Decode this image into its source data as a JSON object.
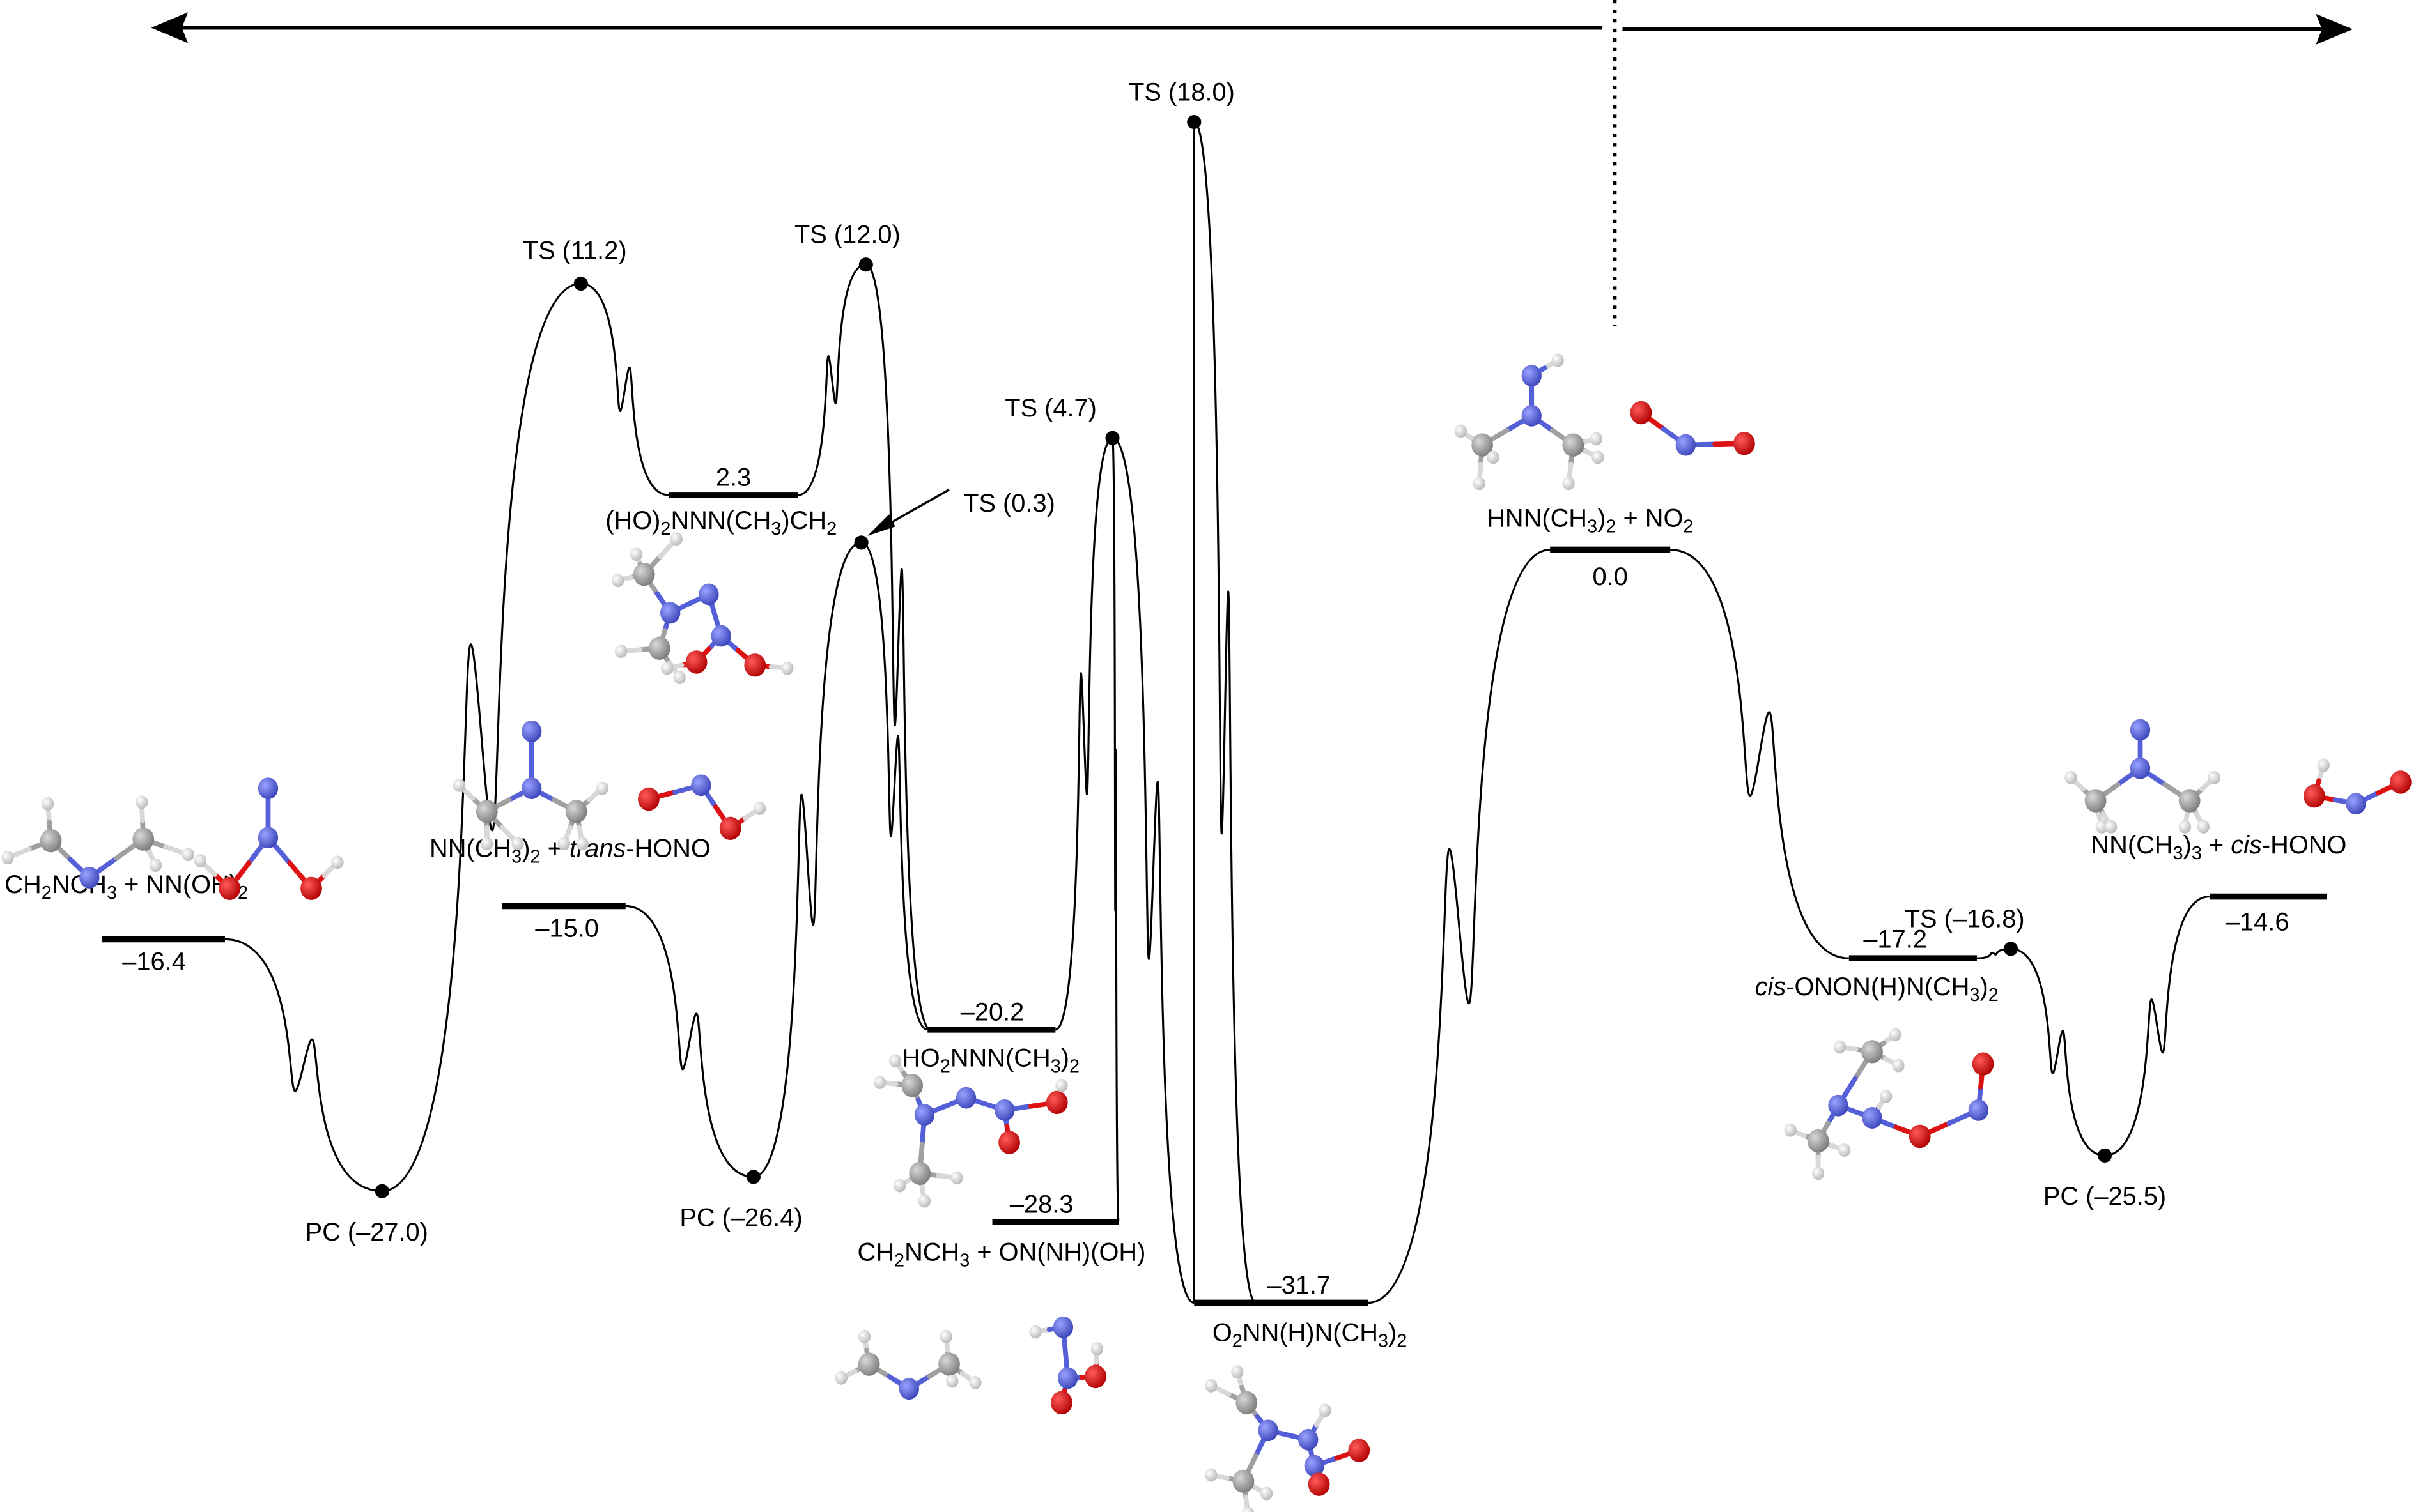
{
  "diagram": {
    "type": "potential-energy-surface",
    "energy_unit": "kcal/mol",
    "top_axis": {
      "direction": "double-headed arrow",
      "divider": "dotted vertical line at reference HNN(CH3)2 + NO2"
    },
    "colors": {
      "nitrogen": "#4a55c8",
      "oxygen": "#d00000",
      "carbon": "#8c8c8c",
      "hydrogen": "#e6e6e6",
      "line": "#000000"
    }
  },
  "levels": [
    {
      "id": "r1",
      "energy": -16.4,
      "value_label": "–16.4",
      "species": [
        "CH",
        {
          "sub": "2"
        },
        "NCH",
        {
          "sub": "3"
        },
        " + NN(OH)",
        {
          "sub": "2"
        }
      ]
    },
    {
      "id": "r2",
      "energy": -15.0,
      "value_label": "–15.0",
      "species": [
        "NN(CH",
        {
          "sub": "3"
        },
        ")",
        {
          "sub": "2"
        },
        " + ",
        {
          "it": "trans"
        },
        "-HONO"
      ]
    },
    {
      "id": "i1",
      "energy": 2.3,
      "value_label": "2.3",
      "species": [
        "(HO)",
        {
          "sub": "2"
        },
        "NNN(CH",
        {
          "sub": "3"
        },
        ")CH",
        {
          "sub": "2"
        }
      ]
    },
    {
      "id": "i2",
      "energy": -20.2,
      "value_label": "–20.2",
      "species": [
        "HO",
        {
          "sub": "2"
        },
        "NNN(CH",
        {
          "sub": "3"
        },
        ")",
        {
          "sub": "2"
        }
      ]
    },
    {
      "id": "p1",
      "energy": -28.3,
      "value_label": "–28.3",
      "species": [
        "CH",
        {
          "sub": "2"
        },
        "NCH",
        {
          "sub": "3"
        },
        " + ON(NH)(OH)"
      ]
    },
    {
      "id": "i3",
      "energy": -31.7,
      "value_label": "–31.7",
      "species": [
        "O",
        {
          "sub": "2"
        },
        "NN(H)N(CH",
        {
          "sub": "3"
        },
        ")",
        {
          "sub": "2"
        }
      ]
    },
    {
      "id": "ref",
      "energy": 0.0,
      "value_label": "0.0",
      "species": [
        "HNN(CH",
        {
          "sub": "3"
        },
        ")",
        {
          "sub": "2"
        },
        " + NO",
        {
          "sub": "2"
        }
      ]
    },
    {
      "id": "i4",
      "energy": -17.2,
      "value_label": "–17.2",
      "species": [
        {
          "it": "cis"
        },
        "-ONON(H)N(CH",
        {
          "sub": "3"
        },
        ")",
        {
          "sub": "2"
        }
      ]
    },
    {
      "id": "r3",
      "energy": -14.6,
      "value_label": "–14.6",
      "species": [
        "NN(CH",
        {
          "sub": "3"
        },
        ")",
        {
          "sub": "3"
        },
        " + ",
        {
          "it": "cis"
        },
        "-HONO"
      ]
    }
  ],
  "stationary_points": [
    {
      "id": "pc1",
      "kind": "PC",
      "energy": -27.0,
      "label": "PC (–27.0)"
    },
    {
      "id": "ts1",
      "kind": "TS",
      "energy": 11.2,
      "label": "TS (11.2)"
    },
    {
      "id": "ts2",
      "kind": "TS",
      "energy": 12.0,
      "label": "TS (12.0)"
    },
    {
      "id": "pc2",
      "kind": "PC",
      "energy": -26.4,
      "label": "PC (–26.4)"
    },
    {
      "id": "ts3",
      "kind": "TS",
      "energy": 0.3,
      "label": "TS (0.3)"
    },
    {
      "id": "ts4",
      "kind": "TS",
      "energy": 4.7,
      "label": "TS (4.7)"
    },
    {
      "id": "ts5",
      "kind": "TS",
      "energy": 18.0,
      "label": "TS (18.0)"
    },
    {
      "id": "ts6",
      "kind": "TS",
      "energy": -16.8,
      "label": "TS (–16.8)"
    },
    {
      "id": "pc3",
      "kind": "PC",
      "energy": -25.5,
      "label": "PC (–25.5)"
    }
  ],
  "connections": [
    [
      "r1",
      "pc1"
    ],
    [
      "pc1",
      "ts1"
    ],
    [
      "ts1",
      "i1"
    ],
    [
      "i1",
      "ts2"
    ],
    [
      "ts2",
      "i2"
    ],
    [
      "r2",
      "pc2"
    ],
    [
      "pc2",
      "ts3"
    ],
    [
      "ts3",
      "i2"
    ],
    [
      "i2",
      "ts4"
    ],
    [
      "ts4",
      "p1"
    ],
    [
      "ts4",
      "i3"
    ],
    [
      "i3",
      "ts5"
    ],
    [
      "ts5",
      "i3"
    ],
    [
      "i3",
      "ref"
    ],
    [
      "ref",
      "i4"
    ],
    [
      "i4",
      "ts6"
    ],
    [
      "ts6",
      "pc3"
    ],
    [
      "pc3",
      "r3"
    ]
  ],
  "molecules": [
    {
      "id": "m-r1a",
      "name": "CH2NCH3"
    },
    {
      "id": "m-r1b",
      "name": "NN(OH)2"
    },
    {
      "id": "m-r2a",
      "name": "NN(CH3)2"
    },
    {
      "id": "m-r2b",
      "name": "trans-HONO"
    },
    {
      "id": "m-i1",
      "name": "(HO)2NNN(CH3)CH2"
    },
    {
      "id": "m-i2",
      "name": "HO2NNN(CH3)2"
    },
    {
      "id": "m-p1a",
      "name": "CH2NCH3"
    },
    {
      "id": "m-p1b",
      "name": "ON(NH)(OH)"
    },
    {
      "id": "m-i3",
      "name": "O2NN(H)N(CH3)2"
    },
    {
      "id": "m-refa",
      "name": "HNN(CH3)2"
    },
    {
      "id": "m-refb",
      "name": "NO2"
    },
    {
      "id": "m-i4",
      "name": "cis-ONON(H)N(CH3)2"
    },
    {
      "id": "m-r3a",
      "name": "NN(CH3)3"
    },
    {
      "id": "m-r3b",
      "name": "cis-HONO"
    }
  ]
}
